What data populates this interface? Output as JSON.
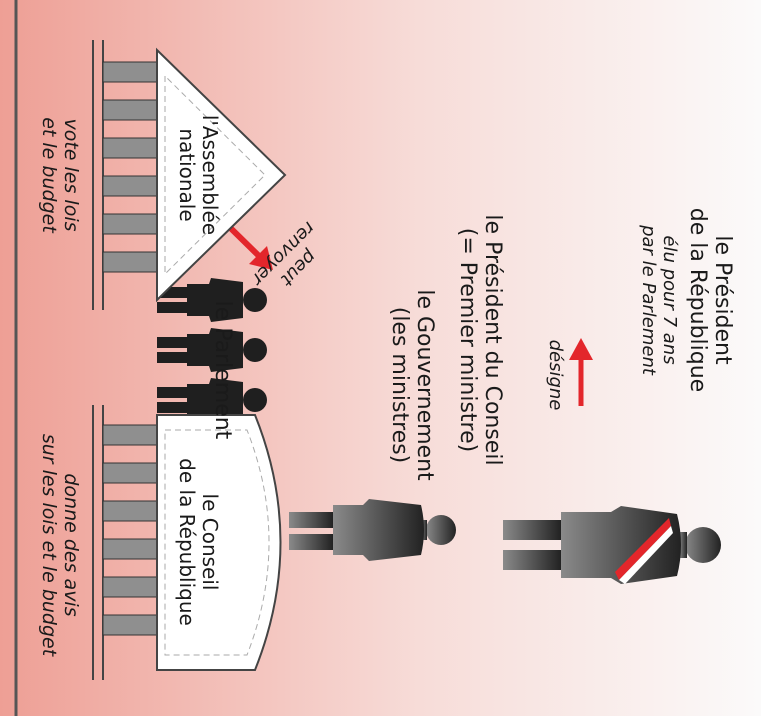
{
  "colors": {
    "accent_red": "#e3262b",
    "gradient_top": "#fbfafa",
    "gradient_bottom": "#ee9f95",
    "silhouette": "#2b2b2b",
    "column": "#8f8f8f"
  },
  "president": {
    "title_line1": "le Président",
    "title_line2": "de la République",
    "note_line1": "élu pour 7 ans",
    "note_line2": "par le Parlement"
  },
  "arrow_designe": {
    "label": "désigne"
  },
  "council_president": {
    "line1": "le Président du Conseil",
    "line2": "(= Premier ministre)"
  },
  "government": {
    "line1": "le Gouvernement",
    "line2": "(les ministres)"
  },
  "arrow_renvoyer": {
    "line1": "peut",
    "line2": "renvoyer"
  },
  "assembly": {
    "name_line1": "l'Assemblée",
    "name_line2": "nationale",
    "role_line1": "vote les lois",
    "role_line2": "et le budget"
  },
  "parliament": {
    "label": "le Parlement"
  },
  "council_republic": {
    "name_line1": "le Conseil",
    "name_line2": "de la République",
    "role_line1": "donne des avis",
    "role_line2": "sur les lois et le budget"
  }
}
